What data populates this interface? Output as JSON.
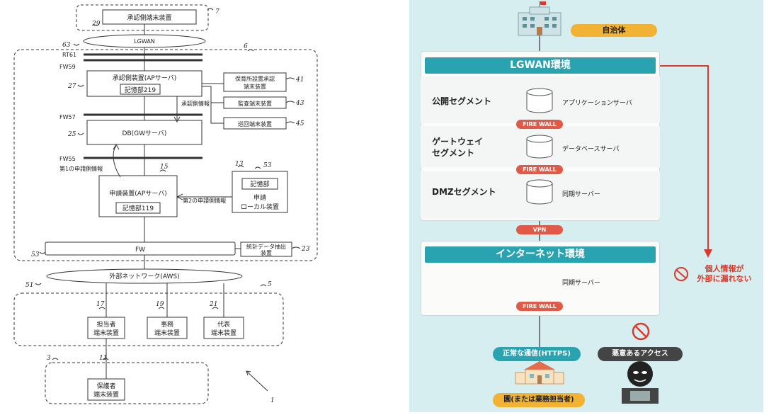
{
  "left_diagram": {
    "labels": {
      "approver_terminal": "承認側端末装置",
      "lgwan": "LGWAN",
      "rt61": "RT61",
      "fw59": "FW59",
      "approval_server": "承認側装置(APサーバ)",
      "storage_219": "記憶部219",
      "nursery_terminal_line1": "保育所設置承認",
      "nursery_terminal_line2": "端末装置",
      "audit_terminal": "監査端末装置",
      "patrol_terminal": "巡回端末装置",
      "approval_info": "承認側情報",
      "fw57": "FW57",
      "db": "DB(GWサーバ)",
      "fw55": "FW55",
      "first_app_info": "第1の申請側情報",
      "application_server": "申請装置(APサーバ)",
      "storage_119": "記憶部119",
      "second_app_info": "第2の申請側情報",
      "storage_unit": "記憶部",
      "local_device_line1": "申請",
      "local_device_line2": "ローカル装置",
      "fw": "FW",
      "stats_line1": "統計データ抽出",
      "stats_line2": "装置",
      "external_network": "外部ネットワーク(AWS)",
      "staff_line1": "担当者",
      "staff_line2": "端末装置",
      "office_line1": "事務",
      "office_line2": "端末装置",
      "rep_line1": "代表",
      "rep_line2": "端末装置",
      "guardian_line1": "保護者",
      "guardian_line2": "端末装置"
    },
    "refs": {
      "r7": "7",
      "r29": "29",
      "r63": "63",
      "r6": "6",
      "r27": "27",
      "r41": "41",
      "r43": "43",
      "r45": "45",
      "r25": "25",
      "r15": "15",
      "r13": "13",
      "r53a": "53",
      "r53": "53",
      "r23": "23",
      "r51": "51",
      "r5": "5",
      "r17": "17",
      "r19": "19",
      "r21": "21",
      "r3": "3",
      "r11": "11",
      "r1": "1"
    }
  },
  "right_diagram": {
    "municipality": "自治体",
    "lgwan_env": "LGWAN環境",
    "segments": [
      {
        "label": "公開セグメント",
        "server": "アプリケーションサーバ"
      },
      {
        "label_line1": "ゲートウェイ",
        "label_line2": "セグメント",
        "server": "データベースサーバ"
      },
      {
        "label": "DMZセグメント",
        "server": "同期サーバー"
      }
    ],
    "firewall": "FIRE WALL",
    "vpn": "VPN",
    "internet_env": "インターネット環境",
    "internet_server": "同期サーバー",
    "no_leak_line1": "個人情報が",
    "no_leak_line2": "外部に漏れない",
    "normal_comm": "正常な通信(HTTPS)",
    "malicious": "悪意あるアクセス",
    "kindergarten": "園(または業務担当者)",
    "colors": {
      "teal": "#2aa3b1",
      "red": "#e05a47",
      "orange": "#f2b233",
      "bg": "#d7eef0"
    }
  }
}
